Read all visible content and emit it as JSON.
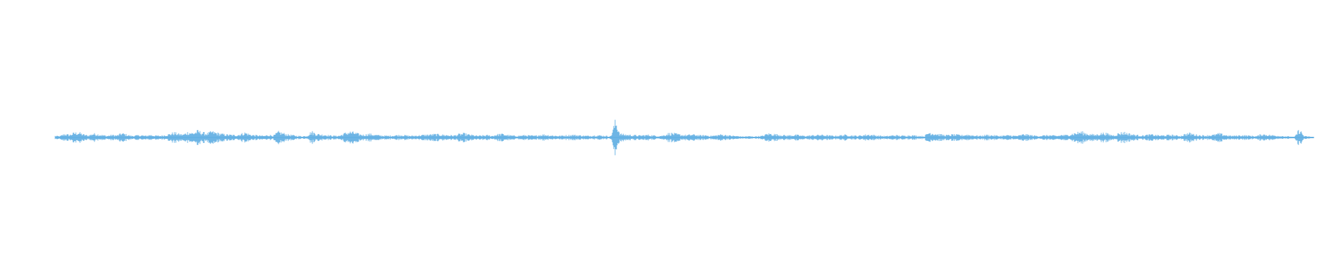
{
  "waveform": {
    "color": "#5dade2",
    "background": "#ffffff",
    "envelope": [
      0.1,
      0.08,
      0.22,
      0.15,
      0.28,
      0.3,
      0.18,
      0.12,
      0.24,
      0.2,
      0.14,
      0.1,
      0.16,
      0.12,
      0.26,
      0.18,
      0.1,
      0.12,
      0.14,
      0.1,
      0.16,
      0.12,
      0.1,
      0.14,
      0.2,
      0.3,
      0.22,
      0.18,
      0.34,
      0.26,
      0.4,
      0.3,
      0.24,
      0.36,
      0.28,
      0.22,
      0.18,
      0.16,
      0.14,
      0.2,
      0.3,
      0.18,
      0.14,
      0.12,
      0.1,
      0.16,
      0.12,
      0.34,
      0.26,
      0.18,
      0.14,
      0.1,
      0.08,
      0.1,
      0.36,
      0.22,
      0.18,
      0.16,
      0.12,
      0.1,
      0.12,
      0.26,
      0.34,
      0.3,
      0.2,
      0.16,
      0.22,
      0.18,
      0.14,
      0.12,
      0.1,
      0.12,
      0.14,
      0.16,
      0.12,
      0.1,
      0.12,
      0.14,
      0.16,
      0.18,
      0.2,
      0.18,
      0.16,
      0.14,
      0.12,
      0.2,
      0.24,
      0.18,
      0.14,
      0.1,
      0.12,
      0.14,
      0.1,
      0.18,
      0.22,
      0.16,
      0.12,
      0.1,
      0.12,
      0.14,
      0.12,
      0.1,
      0.16,
      0.18,
      0.14,
      0.12,
      0.1,
      0.12,
      0.14,
      0.16,
      0.14,
      0.12,
      0.1,
      0.12,
      0.14,
      0.12,
      0.1,
      0.08,
      1.0,
      0.22,
      0.18,
      0.16,
      0.14,
      0.12,
      0.14,
      0.16,
      0.12,
      0.1,
      0.12,
      0.24,
      0.26,
      0.2,
      0.16,
      0.14,
      0.18,
      0.16,
      0.12,
      0.14,
      0.1,
      0.12,
      0.18,
      0.16,
      0.12,
      0.1,
      0.08,
      0.06,
      0.08,
      0.06,
      0.08,
      0.1,
      0.24,
      0.22,
      0.18,
      0.16,
      0.12,
      0.14,
      0.16,
      0.12,
      0.1,
      0.12,
      0.14,
      0.16,
      0.14,
      0.12,
      0.1,
      0.12,
      0.16,
      0.14,
      0.12,
      0.1,
      0.14,
      0.18,
      0.16,
      0.12,
      0.1,
      0.08,
      0.12,
      0.14,
      0.1,
      0.12,
      0.14,
      0.12,
      0.1,
      0.08,
      0.32,
      0.26,
      0.2,
      0.16,
      0.14,
      0.18,
      0.16,
      0.14,
      0.18,
      0.14,
      0.12,
      0.1,
      0.16,
      0.14,
      0.12,
      0.1,
      0.12,
      0.14,
      0.1,
      0.12,
      0.2,
      0.16,
      0.12,
      0.1,
      0.12,
      0.14,
      0.12,
      0.1,
      0.16,
      0.14,
      0.22,
      0.28,
      0.34,
      0.26,
      0.2,
      0.16,
      0.24,
      0.28,
      0.18,
      0.14,
      0.26,
      0.32,
      0.24,
      0.18,
      0.14,
      0.12,
      0.16,
      0.18,
      0.14,
      0.12,
      0.14,
      0.16,
      0.12,
      0.1,
      0.22,
      0.26,
      0.18,
      0.14,
      0.12,
      0.14,
      0.16,
      0.24,
      0.18,
      0.12,
      0.1,
      0.12,
      0.14,
      0.12,
      0.1,
      0.08,
      0.2,
      0.18,
      0.14,
      0.12,
      0.1,
      0.08,
      0.06,
      0.04,
      0.5,
      0.08,
      0.06,
      0.04
    ]
  }
}
